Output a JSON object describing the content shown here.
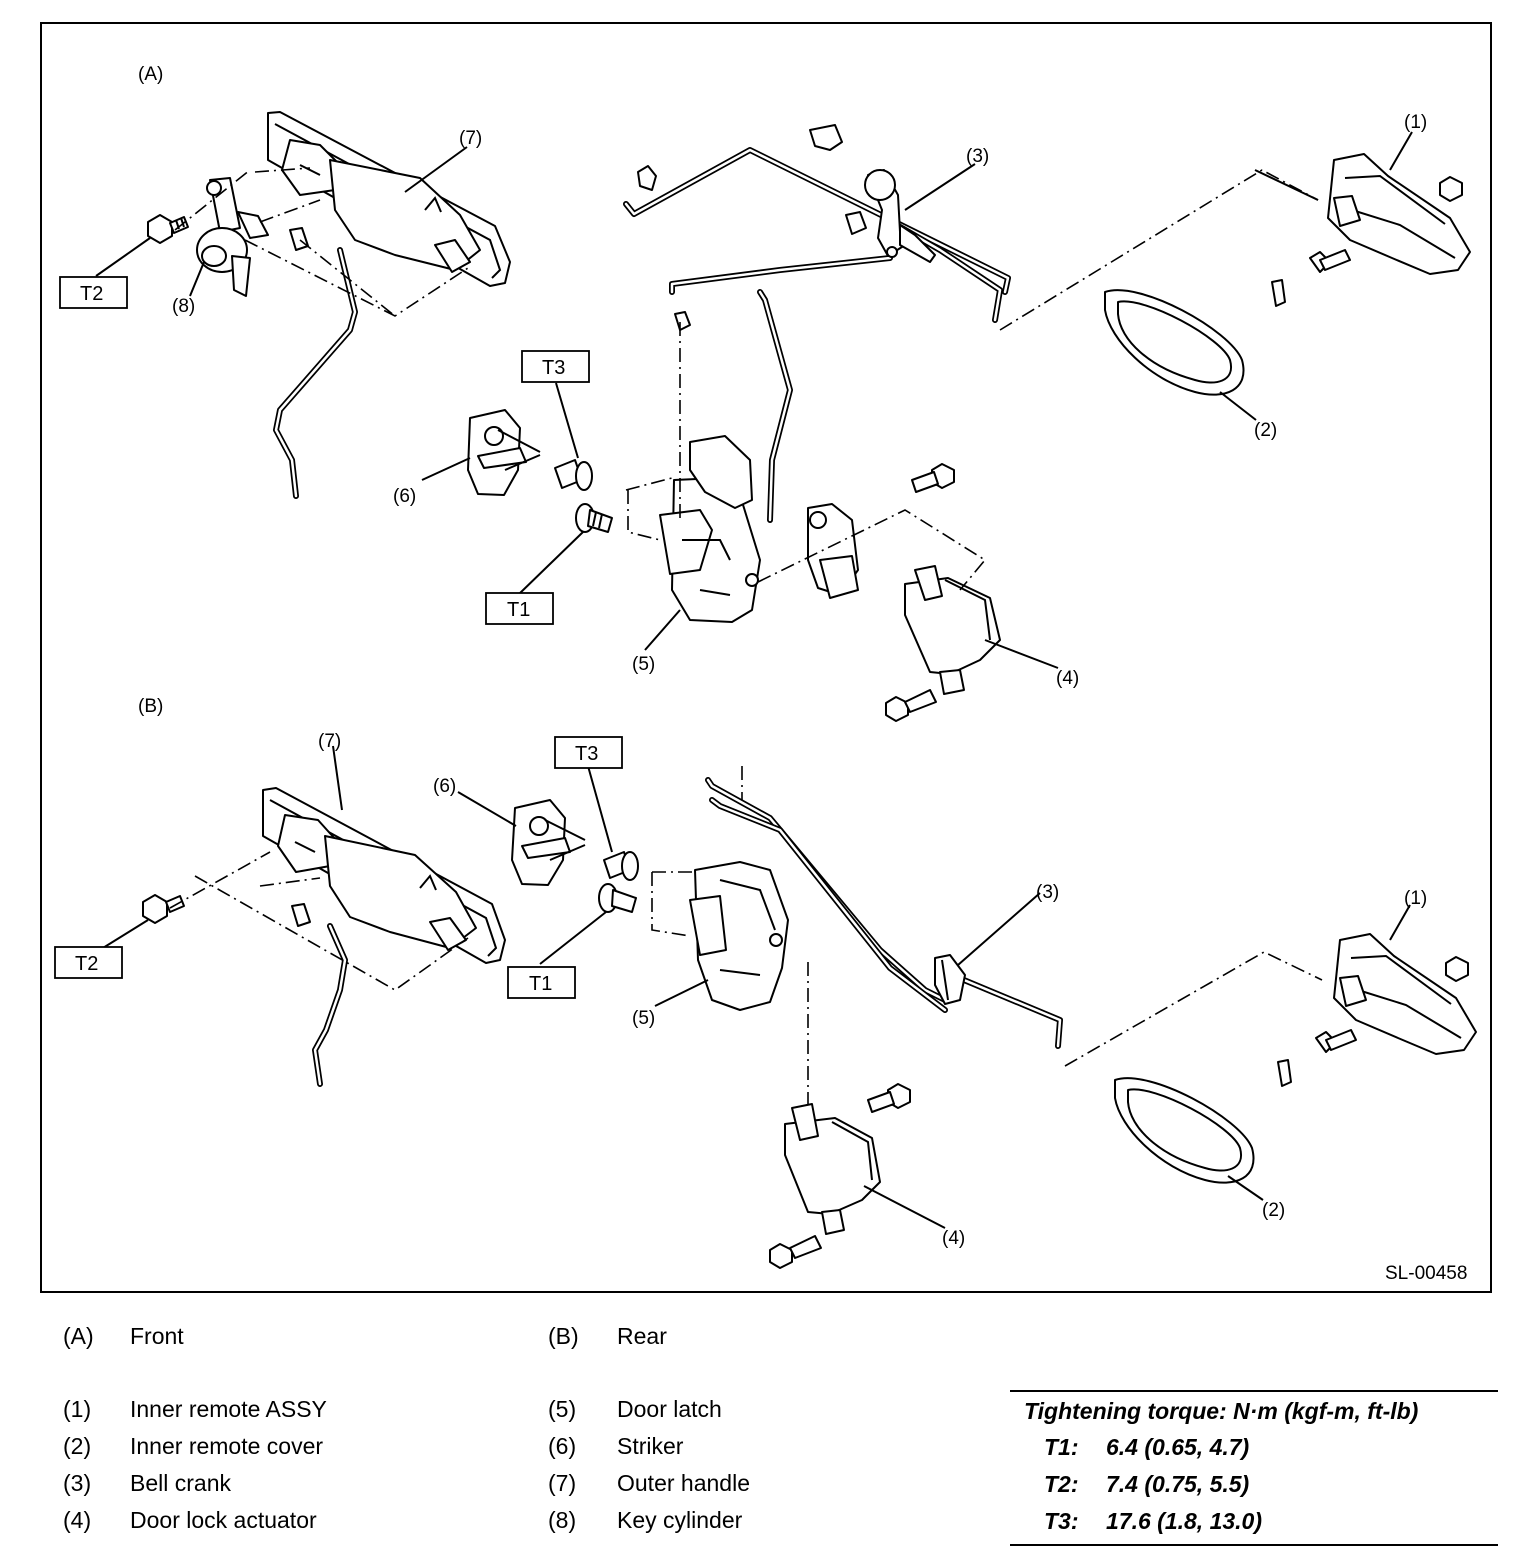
{
  "figure": {
    "code": "SL-00458",
    "panel_a": "(A)",
    "panel_b": "(B)"
  },
  "callouts": {
    "c1": "(1)",
    "c2": "(2)",
    "c3": "(3)",
    "c4": "(4)",
    "c5": "(5)",
    "c6": "(6)",
    "c7": "(7)",
    "c8": "(8)"
  },
  "torque_tags": {
    "t1": "T1",
    "t2": "T2",
    "t3": "T3"
  },
  "legend": {
    "views": [
      {
        "code": "(A)",
        "name": "Front"
      },
      {
        "code": "(B)",
        "name": "Rear"
      }
    ],
    "parts": [
      {
        "code": "(1)",
        "name": "Inner remote ASSY"
      },
      {
        "code": "(2)",
        "name": "Inner remote cover"
      },
      {
        "code": "(3)",
        "name": "Bell crank"
      },
      {
        "code": "(4)",
        "name": "Door lock actuator"
      },
      {
        "code": "(5)",
        "name": "Door latch"
      },
      {
        "code": "(6)",
        "name": "Striker"
      },
      {
        "code": "(7)",
        "name": "Outer handle"
      },
      {
        "code": "(8)",
        "name": "Key cylinder"
      }
    ]
  },
  "torque": {
    "title": "Tightening torque: N·m (kgf-m, ft-lb)",
    "rows": [
      {
        "key": "T1:",
        "value": "6.4 (0.65, 4.7)"
      },
      {
        "key": "T2:",
        "value": "7.4 (0.75, 5.5)"
      },
      {
        "key": "T3:",
        "value": "17.6 (1.8, 13.0)"
      }
    ]
  }
}
